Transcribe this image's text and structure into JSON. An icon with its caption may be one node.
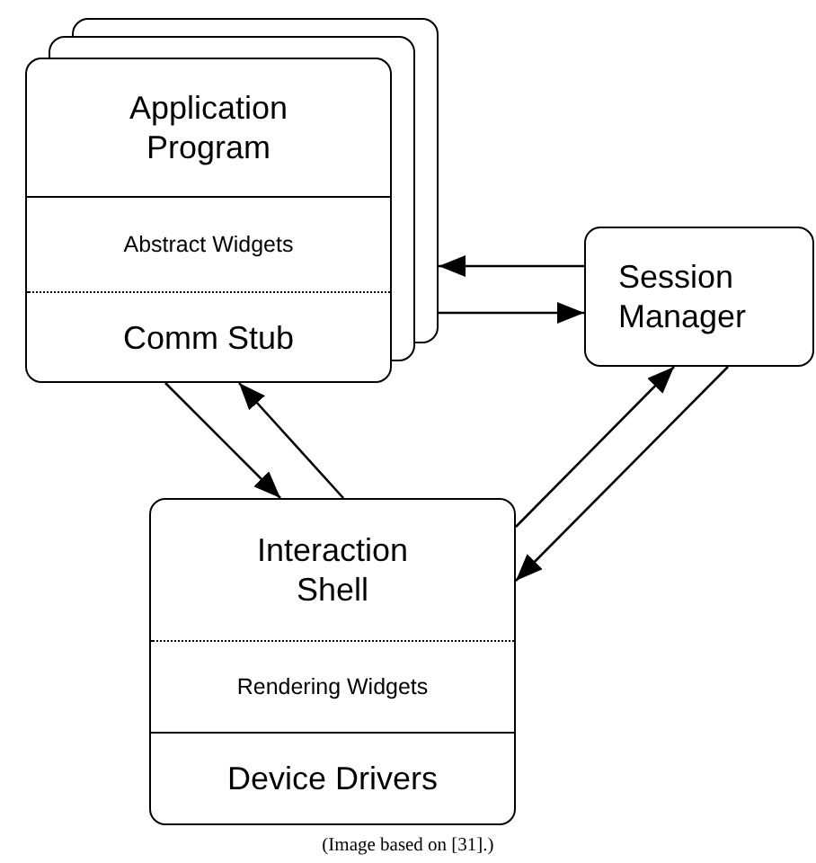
{
  "diagram": {
    "caption": "(Image based on [31].)",
    "nodes": [
      {
        "text": [
          "Application Program",
          "Abstract Widgets",
          "Comm Stub"
        ]
      },
      {
        "text": [
          "Session Manager"
        ]
      },
      {
        "text": [
          "Interaction Shell",
          "Rendering Widgets",
          "Device Drivers"
        ]
      }
    ],
    "edges": [
      {
        "from": 1,
        "to": 0,
        "arrow": "to"
      },
      {
        "from": 0,
        "to": 1,
        "arrow": "to"
      },
      {
        "from": 0,
        "to": 2,
        "arrow": "to"
      },
      {
        "from": 2,
        "to": 0,
        "arrow": "to"
      },
      {
        "from": 2,
        "to": 1,
        "arrow": "to"
      },
      {
        "from": 1,
        "to": 2,
        "arrow": "to"
      }
    ]
  }
}
